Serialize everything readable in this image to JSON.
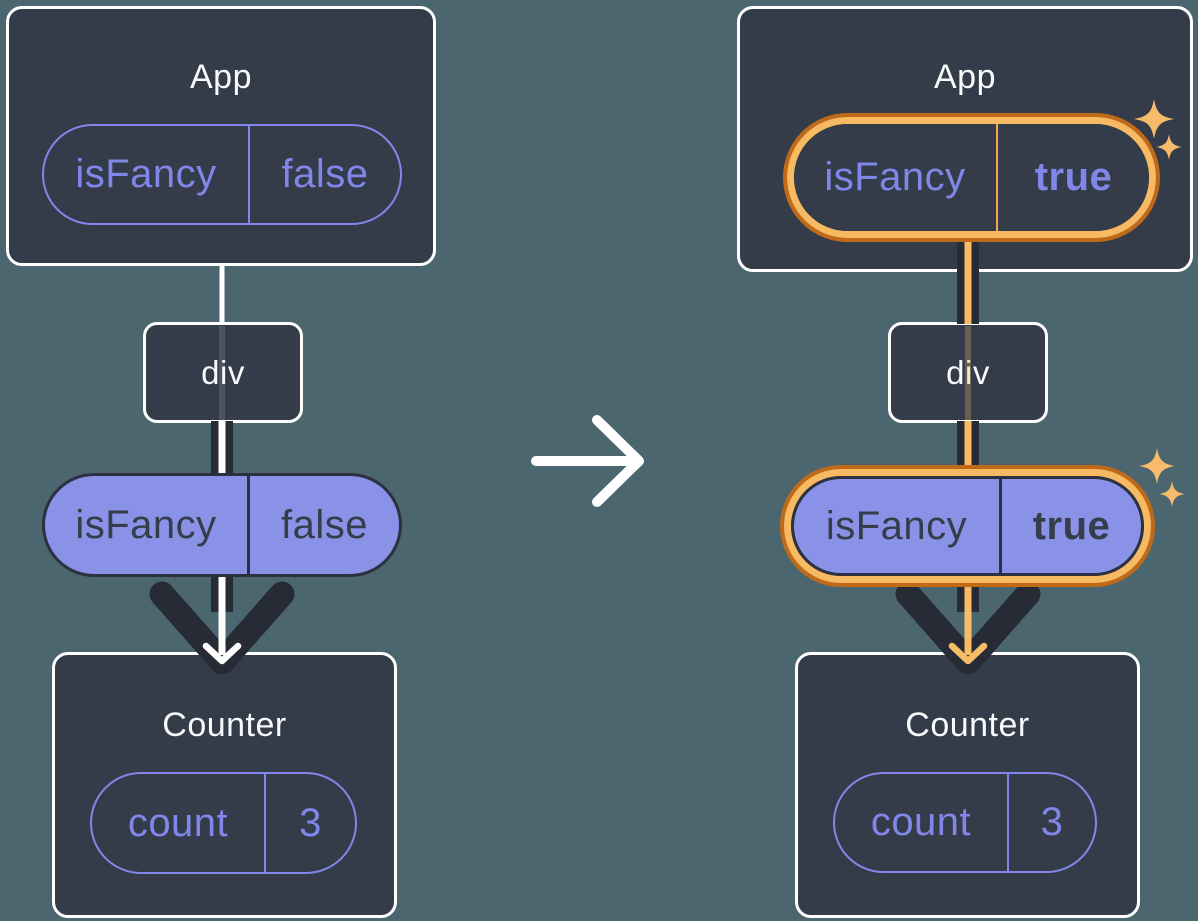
{
  "canvas": {
    "description": "React props flow diagram: App passes isFancy through div to Counter; state change false to true"
  },
  "colors": {
    "background": "#4C6670",
    "component_bg": "#343B49",
    "component_border": "#FFFFFF",
    "accent_purple": "#8087E8",
    "purple_pill_fill": "#8A92E8",
    "dark_ink": "#262B36",
    "pill_dark_text": "#353C4A",
    "highlight_orange_dark": "#C06A18",
    "highlight_orange_light": "#F8B963",
    "orange_line": "#F9BC66",
    "sparkle_orange": "#F7BC6B",
    "title_text": "#F7F9FB"
  },
  "left_tree": {
    "app_title": "App",
    "app_prop": {
      "name": "isFancy",
      "value": "false"
    },
    "div_label": "div",
    "passed_prop": {
      "name": "isFancy",
      "value": "false"
    },
    "counter_title": "Counter",
    "counter_state": {
      "name": "count",
      "value": "3"
    }
  },
  "right_tree": {
    "app_title": "App",
    "app_prop": {
      "name": "isFancy",
      "value": "true"
    },
    "div_label": "div",
    "passed_prop": {
      "name": "isFancy",
      "value": "true"
    },
    "counter_title": "Counter",
    "counter_state": {
      "name": "count",
      "value": "3"
    }
  },
  "icons": {
    "transition_arrow": "arrow-right",
    "sparkle": "four-point-star"
  }
}
